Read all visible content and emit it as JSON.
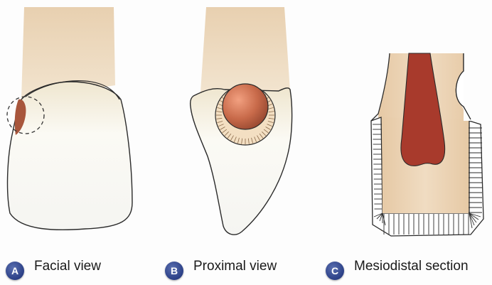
{
  "panels": [
    {
      "badge": "A",
      "caption": "Facial view"
    },
    {
      "badge": "B",
      "caption": "Proximal view"
    },
    {
      "badge": "C",
      "caption": "Mesiodistal section"
    }
  ],
  "colors": {
    "enamel": "#f6f5ef",
    "root": "#e9d2b4",
    "pulp": "#a83a2c",
    "lesion": "#b86a4c",
    "outline": "#2a2a2a",
    "badge": "#2b3f86"
  }
}
